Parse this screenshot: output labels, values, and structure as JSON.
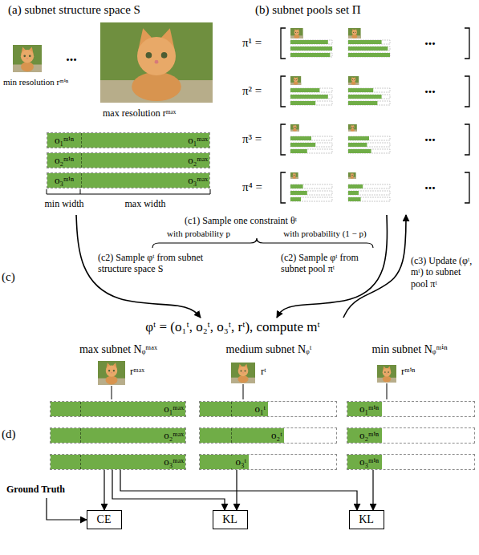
{
  "diagram": {
    "nodes": [
      {
        "text": [
          "(a) subnet structure space S"
        ]
      },
      {
        "text": [
          "o₁ᵐⁱⁿ",
          "o₁ᵐᵃˣ"
        ],
        "in": 0
      },
      {
        "text": [
          "o₂ᵐⁱⁿ",
          "o₂ᵐᵃˣ"
        ],
        "in": 0
      },
      {
        "text": [
          "o₃ᵐⁱⁿ",
          "o₃ᵐᵃˣ"
        ],
        "in": 0
      },
      {
        "text": [
          "(b) subnet pools set Π"
        ]
      },
      {
        "text": [
          "π¹ =",
          "..."
        ],
        "in": 4
      },
      {
        "text": [
          "π² =",
          "..."
        ],
        "in": 4
      },
      {
        "text": [
          "π³ =",
          "..."
        ],
        "in": 4
      },
      {
        "text": [
          "π⁴ =",
          "..."
        ],
        "in": 4
      },
      {
        "text": [
          "φᵗ = (o₁ᵗ, o₂ᵗ, o₃ᵗ, rᵗ), compute mᵗ"
        ]
      },
      {
        "text": [
          "max subnet Nᵩᵐᵃˣ",
          "rᵐᵃˣ"
        ]
      },
      {
        "text": [
          "o₁ᵐᵃˣ"
        ],
        "in": 10
      },
      {
        "text": [
          "o₂ᵐᵃˣ"
        ],
        "in": 10
      },
      {
        "text": [
          "o₃ᵐᵃˣ"
        ],
        "in": 10
      },
      {
        "text": [
          "medium subnet Nᵩᵗ",
          "rᵗ"
        ]
      },
      {
        "text": [
          "o₁ᵗ"
        ],
        "in": 14
      },
      {
        "text": [
          "o₂ᵗ"
        ],
        "in": 14
      },
      {
        "text": [
          "o₃ᵗ"
        ],
        "in": 14
      },
      {
        "text": [
          "min subnet Nᵩᵐⁱⁿ",
          "rᵐⁱⁿ"
        ]
      },
      {
        "text": [
          "o₁ᵐⁱⁿ"
        ],
        "in": 18
      },
      {
        "text": [
          "o₂ᵐⁱⁿ"
        ],
        "in": 18
      },
      {
        "text": [
          "o₃ᵐⁱⁿ"
        ],
        "in": 18
      },
      {
        "text": [
          "Ground Truth"
        ]
      },
      {
        "text": [
          "CE"
        ]
      },
      {
        "text": [
          "KL"
        ]
      },
      {
        "text": [
          "KL"
        ]
      }
    ],
    "edges": [
      {
        "from": 0,
        "to": 9,
        "arrow": "to",
        "label": "(c2) Sample φᵗ from subnet structure space S"
      },
      {
        "from": 4,
        "to": 9,
        "arrow": "to",
        "label": "(c2) Sample φᵗ from subnet pool πᵗ"
      },
      {
        "from": 9,
        "to": 4,
        "arrow": "to",
        "label": "(c3) Update (φᵗ, mᵗ) to subnet pool πᵗ"
      },
      {
        "from": 13,
        "to": 23,
        "arrow": "to"
      },
      {
        "from": 22,
        "to": 23,
        "arrow": "to"
      },
      {
        "from": 13,
        "to": 24,
        "arrow": "to"
      },
      {
        "from": 17,
        "to": 24,
        "arrow": "to"
      },
      {
        "from": 13,
        "to": 25,
        "arrow": "to"
      },
      {
        "from": 21,
        "to": 25,
        "arrow": "to"
      }
    ],
    "labels": [
      "min resolution rᵐⁱⁿ",
      "...",
      "max resolution rᵐᵃˣ",
      "min width",
      "max width",
      "(c1) Sample one constraint θᵗ",
      "with probability p",
      "with probability (1 − p)",
      "(c)",
      "(d)"
    ]
  }
}
